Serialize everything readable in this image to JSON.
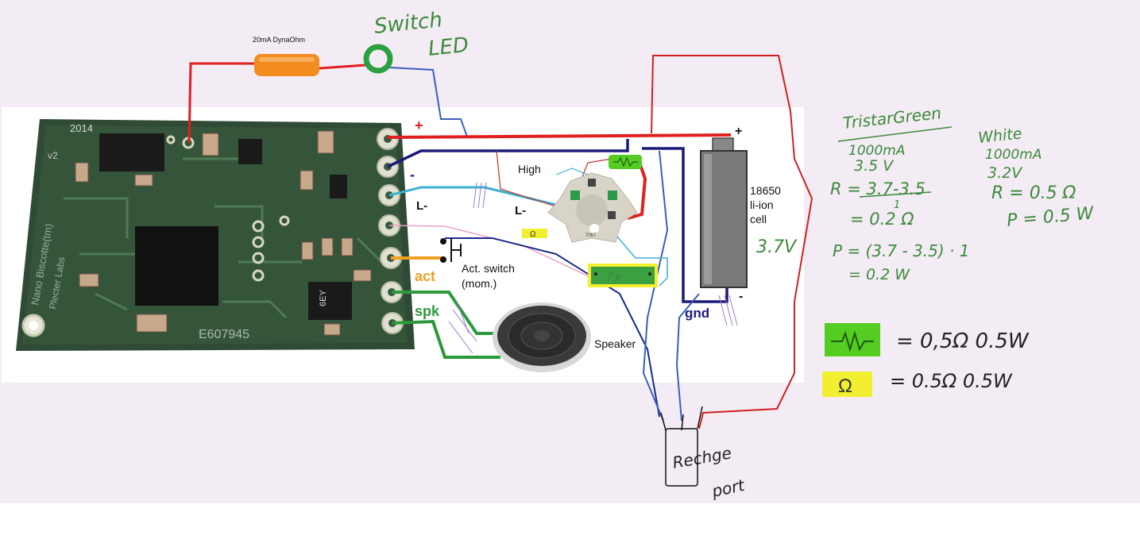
{
  "labels": {
    "dynaohm": "20mA DynaOhm",
    "plus_pcb": "+",
    "minus_pcb": "-",
    "l_minus_1": "L-",
    "l_minus_2": "L-",
    "high": "High",
    "act": "act",
    "spk": "spk",
    "act_switch_1": "Act. switch",
    "act_switch_2": "(mom.)",
    "speaker": "Speaker",
    "gnd": "gnd",
    "cell_1": "18650",
    "cell_2": "li-ion",
    "cell_3": "cell",
    "cell_plus": "+",
    "cell_minus": "-",
    "pcb_year": "2014",
    "pcb_rev": "v2",
    "pcb_name": "Nano Biscotte(tm)",
    "pcb_lab": "Plecter Labs",
    "pcb_code": "E607945",
    "led_code": "7067",
    "chip_code": "6EY",
    "resistor_small": "Ω",
    "px": "Px"
  },
  "handwritten": {
    "switch_led_1": "Switch",
    "switch_led_2": "LED",
    "voltage_cell": "3.7V",
    "tristar_title": "TristarGreen",
    "tristar_current": "1000mA",
    "tristar_voltage": "3.5 V",
    "tristar_r_formula": "R = 3.7-3.5",
    "tristar_r_divisor": "1",
    "tristar_r_result": "= 0.2 Ω",
    "tristar_p_formula": "P = (3.7 - 3.5) · 1",
    "tristar_p_result": "= 0.2 W",
    "white_title": "White",
    "white_current": "1000mA",
    "white_voltage": "3.2V",
    "white_r": "R = 0.5 Ω",
    "white_p": "P = 0.5 W",
    "legend_green": "= 0,5Ω  0.5W",
    "legend_yellow": "= 0.5Ω  0.5W",
    "recharge_1": "Rechge",
    "recharge_2": "port"
  },
  "colors": {
    "wire_red": "#e02020",
    "wire_navy": "#1a1a7a",
    "wire_cyan": "#3bb0d0",
    "wire_pink": "#e8a0c8",
    "wire_orange": "#f0a020",
    "wire_green": "#2a9a3a",
    "wire_blue": "#3a5fc0",
    "pcb_green": "#2f4a35",
    "resistor_orange": "#f28c1e",
    "led_green_ring": "#2aa040",
    "legend_green": "#55cc22",
    "legend_yellow": "#f2ee30",
    "ink_green": "#3c8a3c",
    "battery_gray": "#7a7a7a"
  }
}
